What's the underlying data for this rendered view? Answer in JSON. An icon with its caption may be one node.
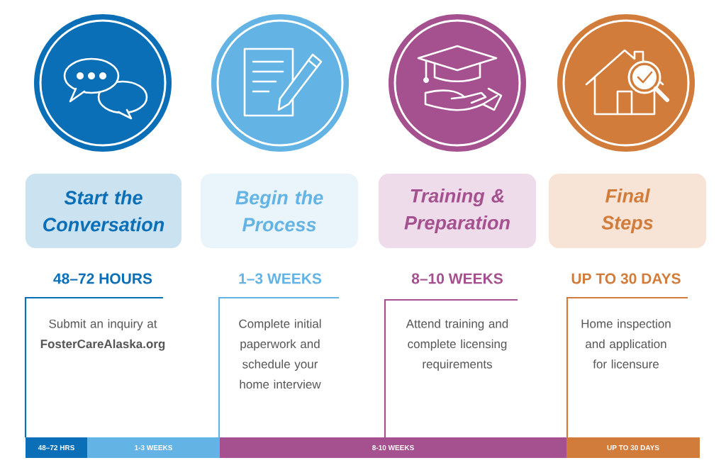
{
  "diagram": {
    "nodes": [
      {
        "text": [
          "Start the Conversation"
        ]
      },
      {
        "text": [
          "Begin the Process"
        ]
      },
      {
        "text": [
          "Training & Preparation"
        ]
      },
      {
        "text": [
          "Final Steps"
        ]
      },
      {
        "text": [
          "48–72 HRS"
        ]
      },
      {
        "text": [
          "1-3 WEEKS"
        ]
      },
      {
        "text": [
          "8-10 WEEKS"
        ]
      },
      {
        "text": [
          "UP TO 30 DAYS"
        ]
      }
    ],
    "labels": [
      "48–72 HOURS",
      "1–3 WEEKS",
      "8–10 WEEKS",
      "UP TO 30 DAYS",
      "Submit an inquiry at **FosterCareAlaska.org**",
      "Complete initial paperwork and schedule your home interview",
      "Attend training and complete licensing requirements",
      "Home inspection and application for licensure"
    ]
  }
}
